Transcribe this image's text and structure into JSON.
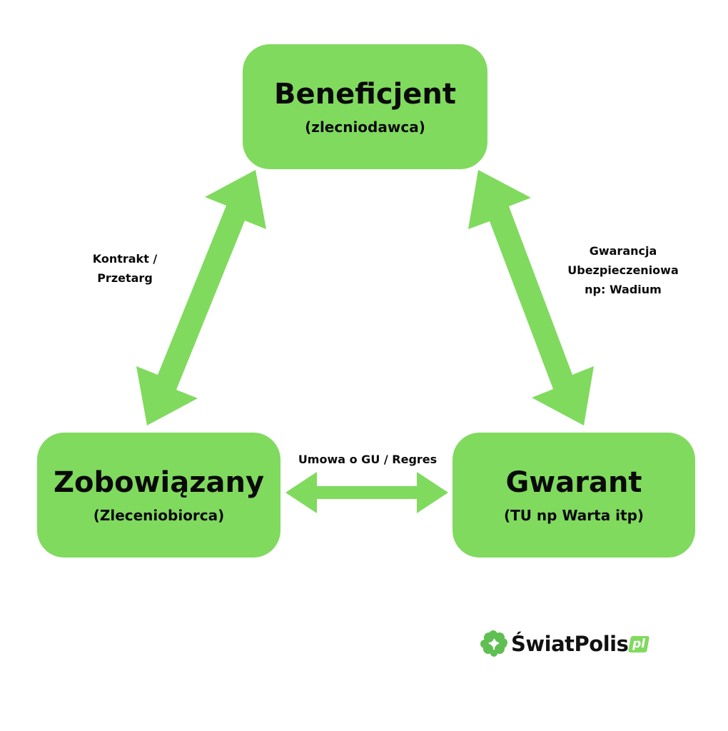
{
  "colors": {
    "node_fill": "#80DA5E",
    "arrow_fill": "#80DA5E",
    "text": "#0a0a0a",
    "background": "#ffffff"
  },
  "nodes": {
    "top": {
      "title": "Beneficjent",
      "subtitle": "(zlecniodawca)"
    },
    "left": {
      "title": "Zobowiązany",
      "subtitle": "(Zleceniobiorca)"
    },
    "right": {
      "title": "Gwarant",
      "subtitle": "(TU np Warta itp)"
    }
  },
  "edges": {
    "left": {
      "line1": "Kontrakt /",
      "line2": "Przetarg"
    },
    "right": {
      "line1": "Gwarancja",
      "line2": "Ubezpieczeniowa",
      "line3": "np: Wadium"
    },
    "bottom": {
      "label": "Umowa o GU / Regres"
    }
  },
  "logo": {
    "icon": "four-leaf-clover-icon",
    "text": "ŚwiatPolis",
    "badge": "pl"
  }
}
